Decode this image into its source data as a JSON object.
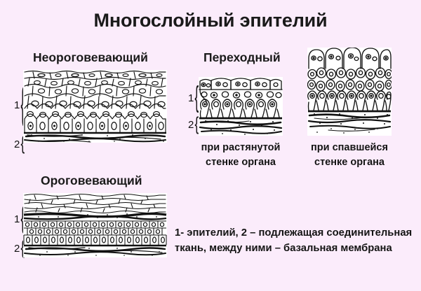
{
  "title": "Многослойный эпителий",
  "sections": {
    "nonkeratinized": {
      "heading": "Неороговевающий",
      "label_epithelium": "1",
      "label_connective": "2"
    },
    "keratinized": {
      "heading": "Ороговевающий",
      "label_epithelium": "1",
      "label_connective": "2"
    },
    "transitional": {
      "heading": "Переходный",
      "label_epithelium": "1",
      "label_connective": "2",
      "caption_stretched_line1": "при растянутой",
      "caption_stretched_line2": "стенке органа",
      "caption_collapsed_line1": "при спавшейся",
      "caption_collapsed_line2": "стенке органа"
    }
  },
  "legend": {
    "line1": "1- эпителий, 2 – подлежащая соединительная",
    "line2": "ткань, между ними – базальная мембрана"
  },
  "colors": {
    "background": "#fbecfb",
    "panel": "#ffffff",
    "ink": "#111111",
    "text": "#1a1a1a"
  }
}
